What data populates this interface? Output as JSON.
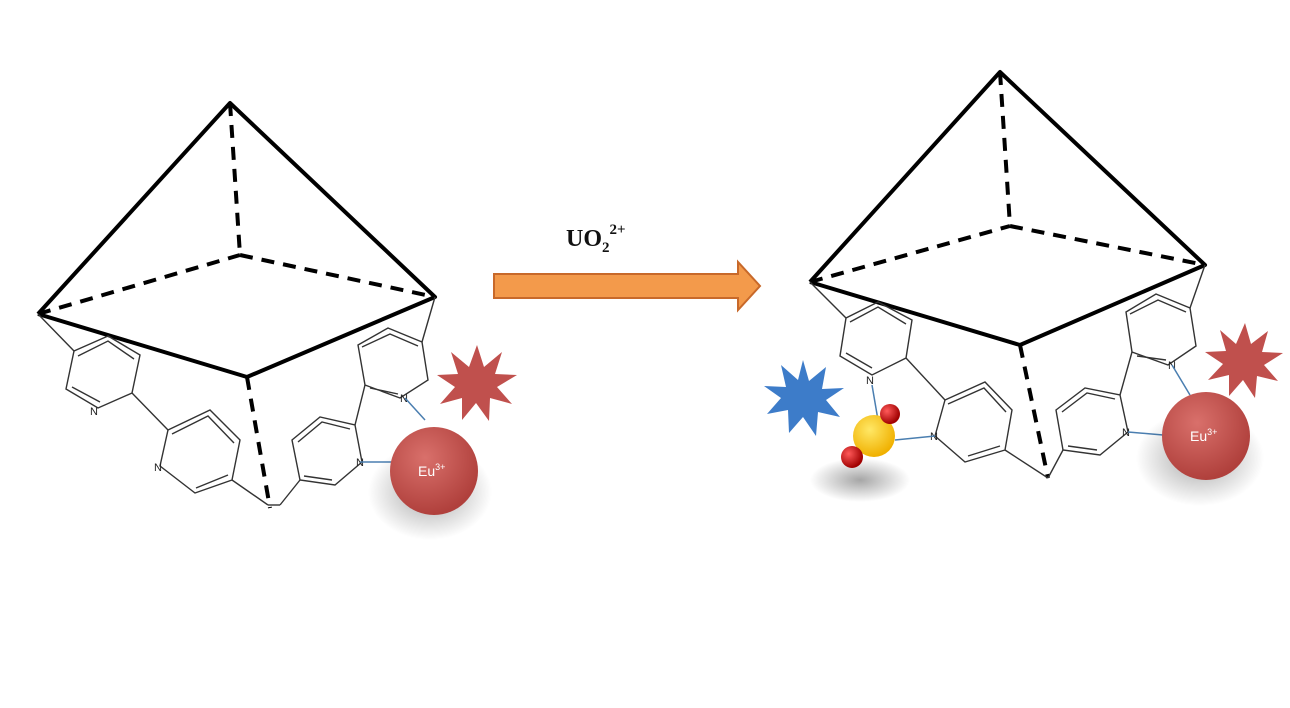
{
  "arrow": {
    "label_main": "UO",
    "label_sub": "2",
    "label_sup": "2+",
    "color": "#f39a4b"
  },
  "left_structure": {
    "ion_main": "Eu",
    "ion_sup": "3+",
    "ion_color": "#c0504d",
    "emission_color": "#c0504d",
    "nitrogen_label": "N"
  },
  "right_structure": {
    "ion_main": "Eu",
    "ion_sup": "3+",
    "ion_color": "#c0504d",
    "emission_color": "#c0504d",
    "uranyl_emission_color": "#3d7cc9",
    "uranium_color": "#f5c518",
    "oxygen_color": "#c00000",
    "nitrogen_label": "N"
  }
}
